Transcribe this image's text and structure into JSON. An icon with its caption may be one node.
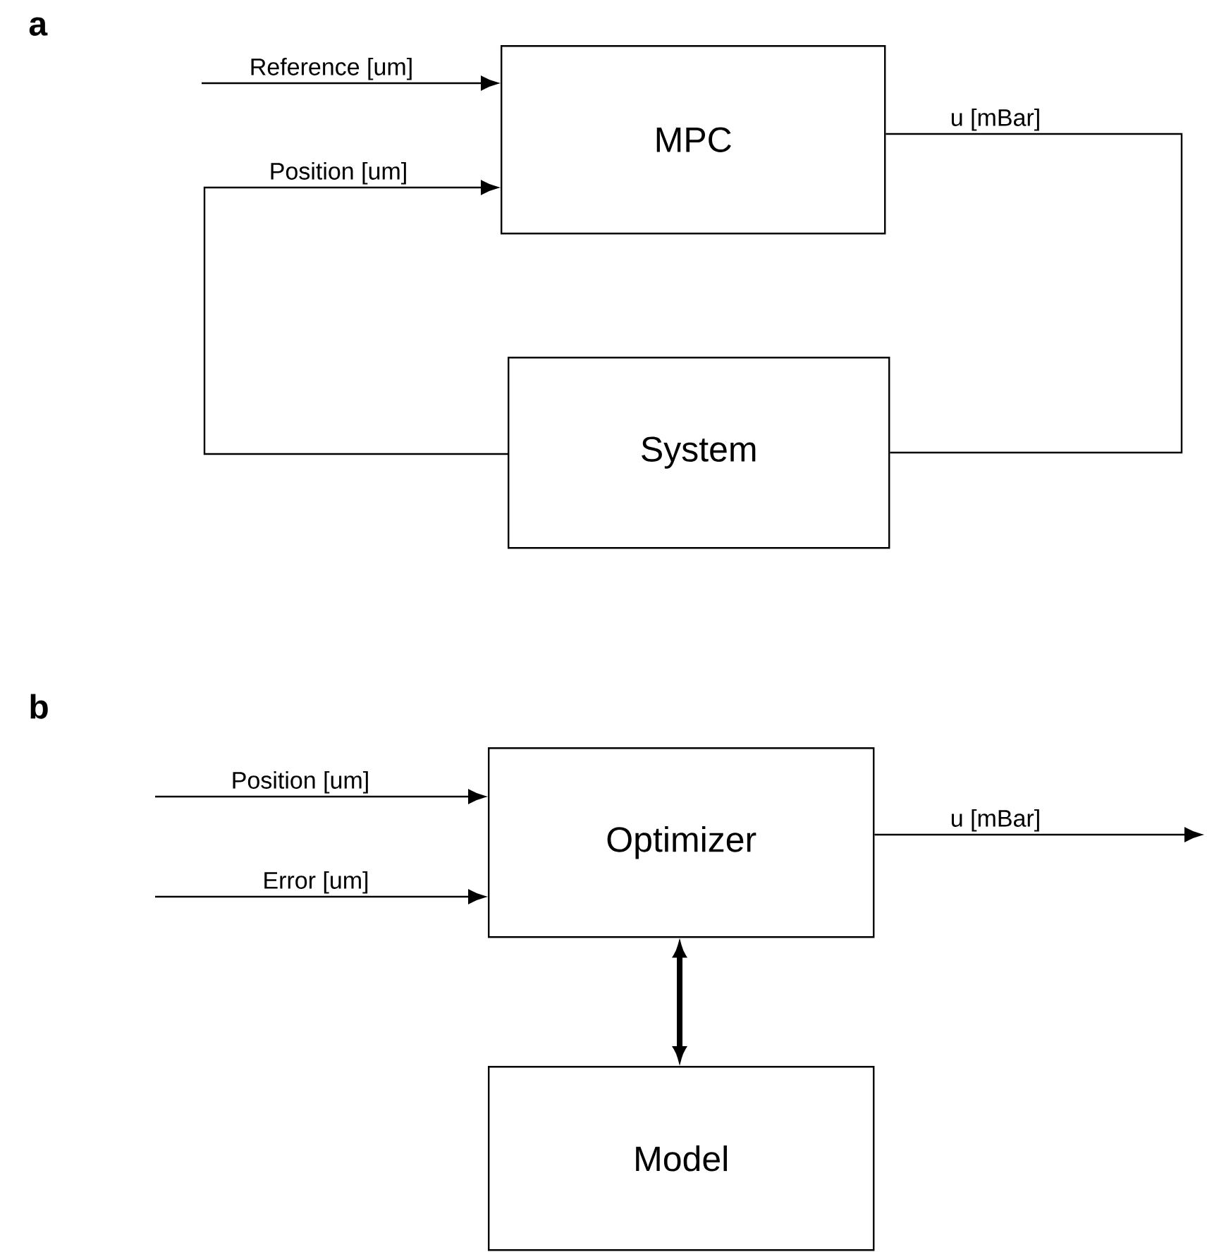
{
  "diagram": {
    "nodes": [
      {
        "text": [
          "MPC"
        ]
      },
      {
        "text": [
          "System"
        ]
      },
      {
        "text": [
          "Optimizer"
        ]
      },
      {
        "text": [
          "Model"
        ]
      }
    ],
    "edges": [
      {
        "from": null,
        "to": 0,
        "arrow": "to",
        "label": "Reference [um]"
      },
      {
        "from": 1,
        "to": 0,
        "arrow": "to",
        "label": "Position [um]"
      },
      {
        "from": 0,
        "to": 1,
        "arrow": "none",
        "label": "u [mBar]"
      },
      {
        "from": null,
        "to": 2,
        "arrow": "to",
        "label": "Position [um]"
      },
      {
        "from": null,
        "to": 2,
        "arrow": "to",
        "label": "Error [um]"
      },
      {
        "from": 2,
        "to": null,
        "arrow": "to",
        "label": "u [mBar]"
      },
      {
        "from": 2,
        "to": 3,
        "arrow": "both",
        "style": "thick"
      }
    ],
    "labels": [
      "a",
      "b"
    ]
  }
}
